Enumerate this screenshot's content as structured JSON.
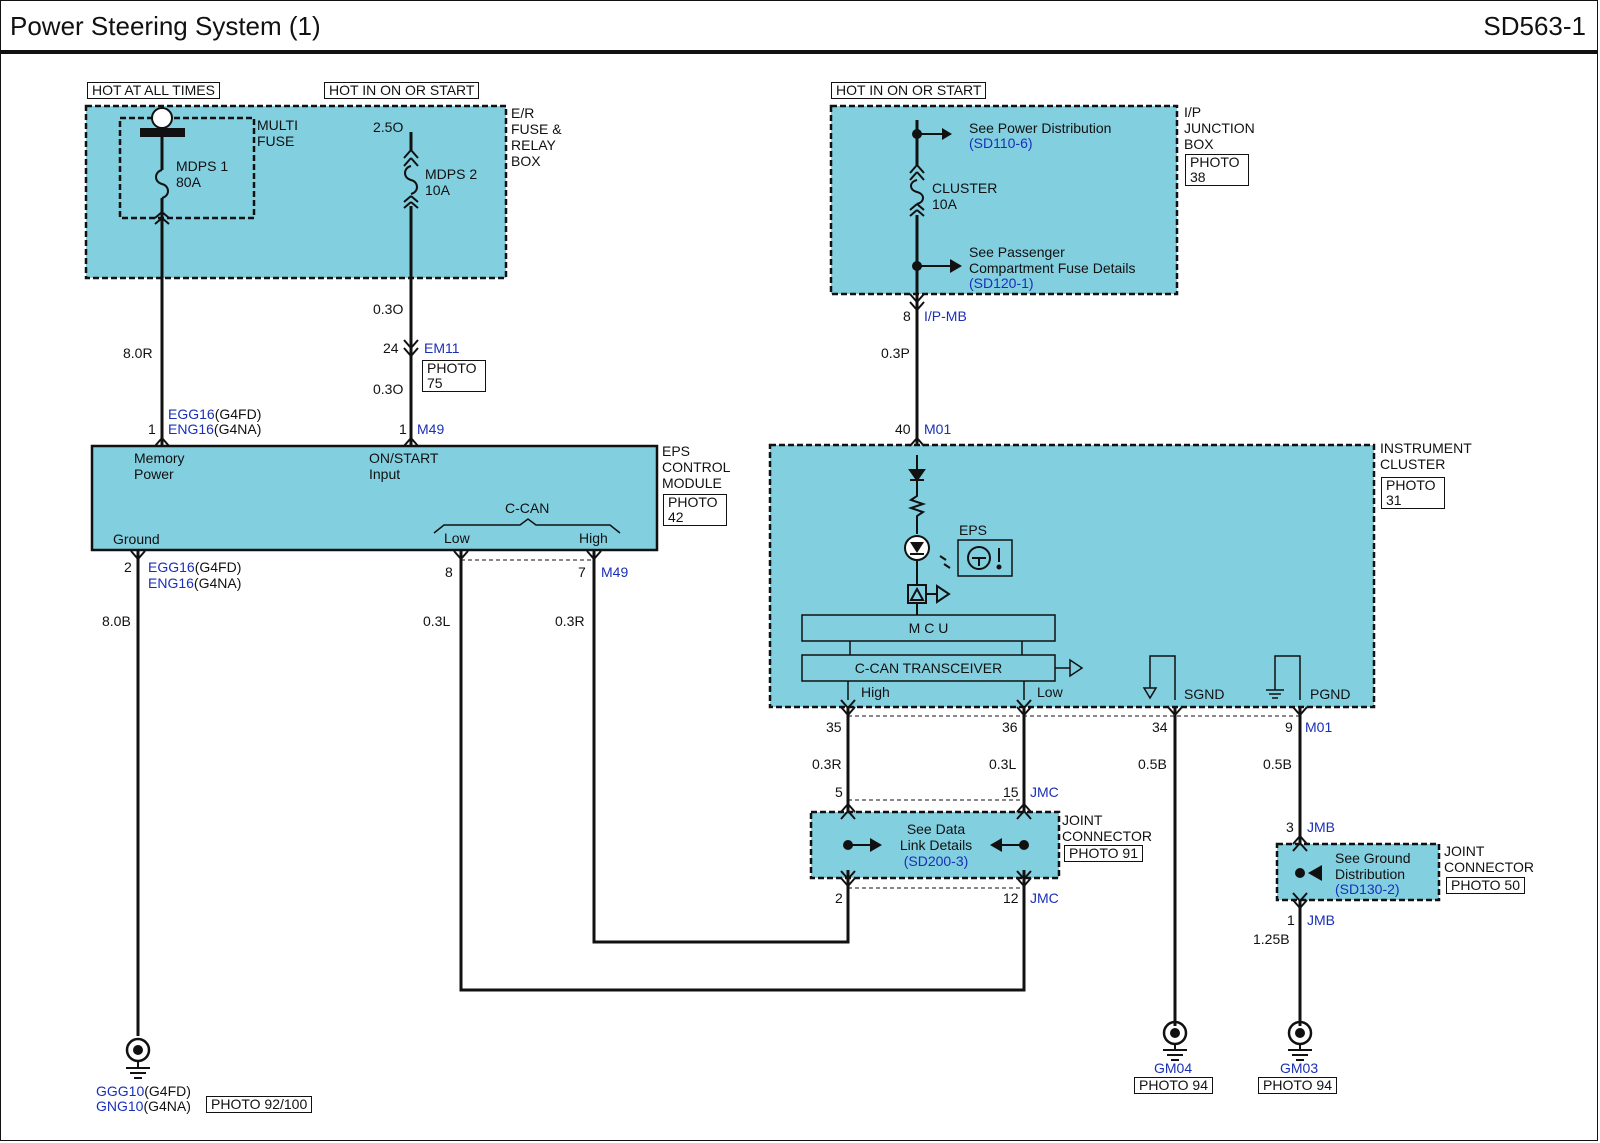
{
  "header": {
    "title": "Power Steering System (1)",
    "code": "SD563-1"
  },
  "hot_labels": {
    "all_times": "HOT AT ALL TIMES",
    "on_start_1": "HOT IN ON OR START",
    "on_start_2": "HOT IN ON OR START"
  },
  "er_box": {
    "multi_fuse": "MULTI\nFUSE",
    "mdps1": "MDPS 1\n80A",
    "mdps2": "MDPS 2\n10A",
    "wire_top": "2.5O",
    "label": "E/R\nFUSE &\nRELAY\nBOX"
  },
  "left_wires": {
    "w1": "8.0R",
    "w2": "0.3O",
    "pin24": "24",
    "em11": "EM11",
    "photo75": "PHOTO\n75",
    "w3": "0.3O",
    "pin1a": "1",
    "egg16": "EGG16",
    "g4fd_a": "(G4FD)",
    "eng16": "ENG16",
    "g4na_a": "(G4NA)",
    "pin1b": "1",
    "m49_top": "M49"
  },
  "eps_module": {
    "memory_power": "Memory\nPower",
    "on_start": "ON/START\nInput",
    "ccan": "C-CAN",
    "low": "Low",
    "high": "High",
    "ground": "Ground",
    "label": "EPS\nCONTROL\nMODULE",
    "photo": "PHOTO\n42"
  },
  "eps_bottom": {
    "pin2": "2",
    "egg16": "EGG16",
    "g4fd": "(G4FD)",
    "eng16": "ENG16",
    "g4na": "(G4NA)",
    "w_ground": "8.0B",
    "pin8": "8",
    "pin7": "7",
    "m49": "M49",
    "w_low": "0.3L",
    "w_high": "0.3R"
  },
  "ground_left": {
    "ggg10": "GGG10",
    "g4fd": "(G4FD)",
    "gng10": "GNG10",
    "g4na": "(G4NA)",
    "photo": "PHOTO 92/100"
  },
  "ip_box": {
    "see_power": "See Power Distribution",
    "sd110": "(SD110-6)",
    "cluster": "CLUSTER\n10A",
    "see_pass": "See Passenger\nCompartment Fuse Details",
    "sd120": "(SD120-1)",
    "label": "I/P\nJUNCTION\nBOX",
    "photo": "PHOTO\n38"
  },
  "ip_wires": {
    "pin8": "8",
    "ipmb": "I/P-MB",
    "w": "0.3P",
    "pin40": "40",
    "m01": "M01"
  },
  "cluster": {
    "eps": "EPS",
    "mcu": "M C U",
    "transceiver": "C-CAN TRANSCEIVER",
    "high": "High",
    "low": "Low",
    "sgnd": "SGND",
    "pgnd": "PGND",
    "label": "INSTRUMENT\nCLUSTER",
    "photo": "PHOTO\n31"
  },
  "cluster_wires": {
    "pin35": "35",
    "pin36": "36",
    "pin34": "34",
    "pin9": "9",
    "m01": "M01",
    "w35": "0.3R",
    "w36": "0.3L",
    "w34": "0.5B",
    "w9": "0.5B"
  },
  "jmc": {
    "pin5": "5",
    "pin15": "15",
    "jmc_top": "JMC",
    "see": "See Data\nLink Details",
    "sd200": "(SD200-3)",
    "pin2": "2",
    "pin12": "12",
    "jmc_bot": "JMC",
    "label": "JOINT\nCONNECTOR",
    "photo": "PHOTO 91"
  },
  "jmb": {
    "pin3": "3",
    "jmb_top": "JMB",
    "see": "See Ground\nDistribution",
    "sd130": "(SD130-2)",
    "pin1": "1",
    "jmb_bot": "JMB",
    "w": "1.25B",
    "label": "JOINT\nCONNECTOR",
    "photo": "PHOTO 50"
  },
  "grounds": {
    "gm04": "GM04",
    "gm04_photo": "PHOTO 94",
    "gm03": "GM03",
    "gm03_photo": "PHOTO 94"
  }
}
